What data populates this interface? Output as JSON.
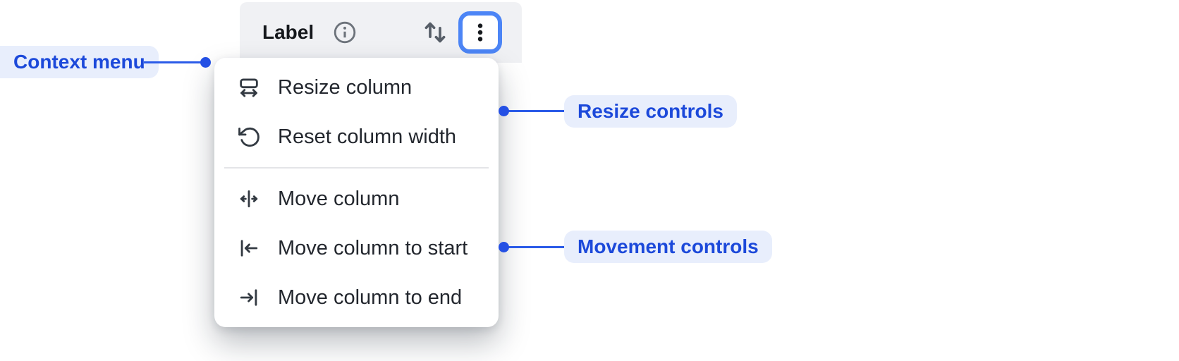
{
  "header": {
    "label": "Label",
    "info_icon": "info-icon",
    "sort_icon": "sort-arrows-icon",
    "menu_button_icon": "kebab-menu-icon"
  },
  "menu": {
    "items": [
      {
        "label": "Resize column",
        "icon": "resize-column-icon"
      },
      {
        "label": "Reset column width",
        "icon": "reset-column-width-icon"
      },
      {
        "label": "Move column",
        "icon": "move-column-icon"
      },
      {
        "label": "Move column to start",
        "icon": "move-column-to-start-icon"
      },
      {
        "label": "Move column to end",
        "icon": "move-column-to-end-icon"
      }
    ]
  },
  "annotations": {
    "context_menu": "Context menu",
    "resize_controls": "Resize controls",
    "movement_controls": "Movement controls"
  },
  "colors": {
    "annotation_text": "#1c49da",
    "annotation_bg": "#e8eefc",
    "connector_blue": "#2b5be8",
    "focus_ring_blue": "#4c85f6",
    "header_bg": "#f0f1f4",
    "menu_bg": "#ffffff",
    "menu_text": "#23272e"
  }
}
